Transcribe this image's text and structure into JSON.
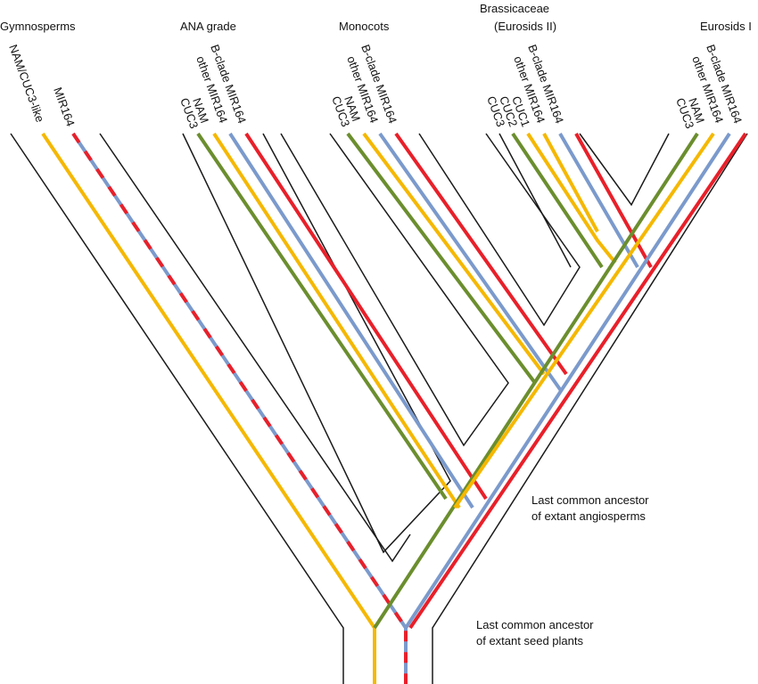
{
  "colors": {
    "nam_cuc3_like": "#f5b800",
    "nam": "#f5b800",
    "cuc3": "#6b8e2e",
    "other_mir164": "#7b9acc",
    "b_clade_mir164": "#e8202a",
    "outline": "#1a1a1a"
  },
  "clades": {
    "gymnosperms": "Gymnosperms",
    "ana_grade": "ANA grade",
    "monocots": "Monocots",
    "brassicaceae_1": "Brassicaceae",
    "brassicaceae_2": "(Eurosids II)",
    "eurosids_1": "Eurosids I"
  },
  "gene_labels": {
    "gymno": [
      "NAM/CUC3-like",
      "MIR164"
    ],
    "ana": [
      "B-clade MIR164",
      "other MIR164",
      "NAM",
      "CUC3"
    ],
    "monocots": [
      "B-clade MIR164",
      "other MIR164",
      "NAM",
      "CUC3"
    ],
    "brassicaceae": [
      "B-clade MIR164",
      "other MIR164",
      "CUC1",
      "CUC2",
      "CUC3"
    ],
    "eurosids": [
      "B-clade MIR164",
      "other MIR164",
      "NAM",
      "CUC3"
    ]
  },
  "notes": {
    "angiosperm_1": "Last common ancestor",
    "angiosperm_2": "of extant angiosperms",
    "seedplant_1": "Last common ancestor",
    "seedplant_2": "of extant seed plants"
  }
}
